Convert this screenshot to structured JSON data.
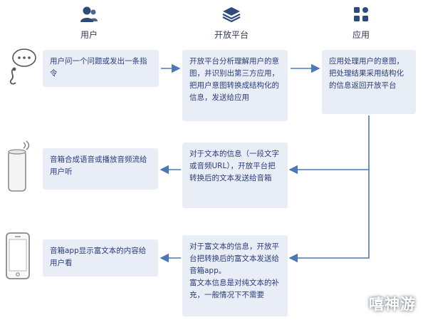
{
  "columns": {
    "user": {
      "label": "用户",
      "icon": "user-icon"
    },
    "platform": {
      "label": "开放平台",
      "icon": "layers-icon"
    },
    "app": {
      "label": "应用",
      "icon": "app-grid-icon"
    }
  },
  "boxes": {
    "user_request": "用户问一个问题或发出一条指令",
    "platform_parse": "开放平台分析理解用户的意图，并识别出第三方应用，把用户意图转换成结构化的信息，发送给应用",
    "app_process": "应用处理用户的意图，把处理结果采用结构化的信息返回开放平台",
    "speaker_play": "音箱合成语音或播放音频流给用户听",
    "platform_text": "对于文本的信息（一段文字或音频URL），开放平台把转换后的文本发送给音箱",
    "speaker_app_show": "音箱app显示富文本的内容给用户看",
    "platform_rich": "对于富文本的信息，开放平台把转换后的富文本发送给音箱app。",
    "platform_rich_note": "富文本信息是对纯文本的补充，一般情况下不需要"
  },
  "devices": [
    "chat-bubble-icon",
    "smart-speaker-icon",
    "smartphone-icon"
  ],
  "colors": {
    "box_bg": "#e9eef6",
    "box_text": "#2a3b7a",
    "arrow": "#4a78b8",
    "icon": "#2d4a7a"
  },
  "watermark": "嘻神游"
}
